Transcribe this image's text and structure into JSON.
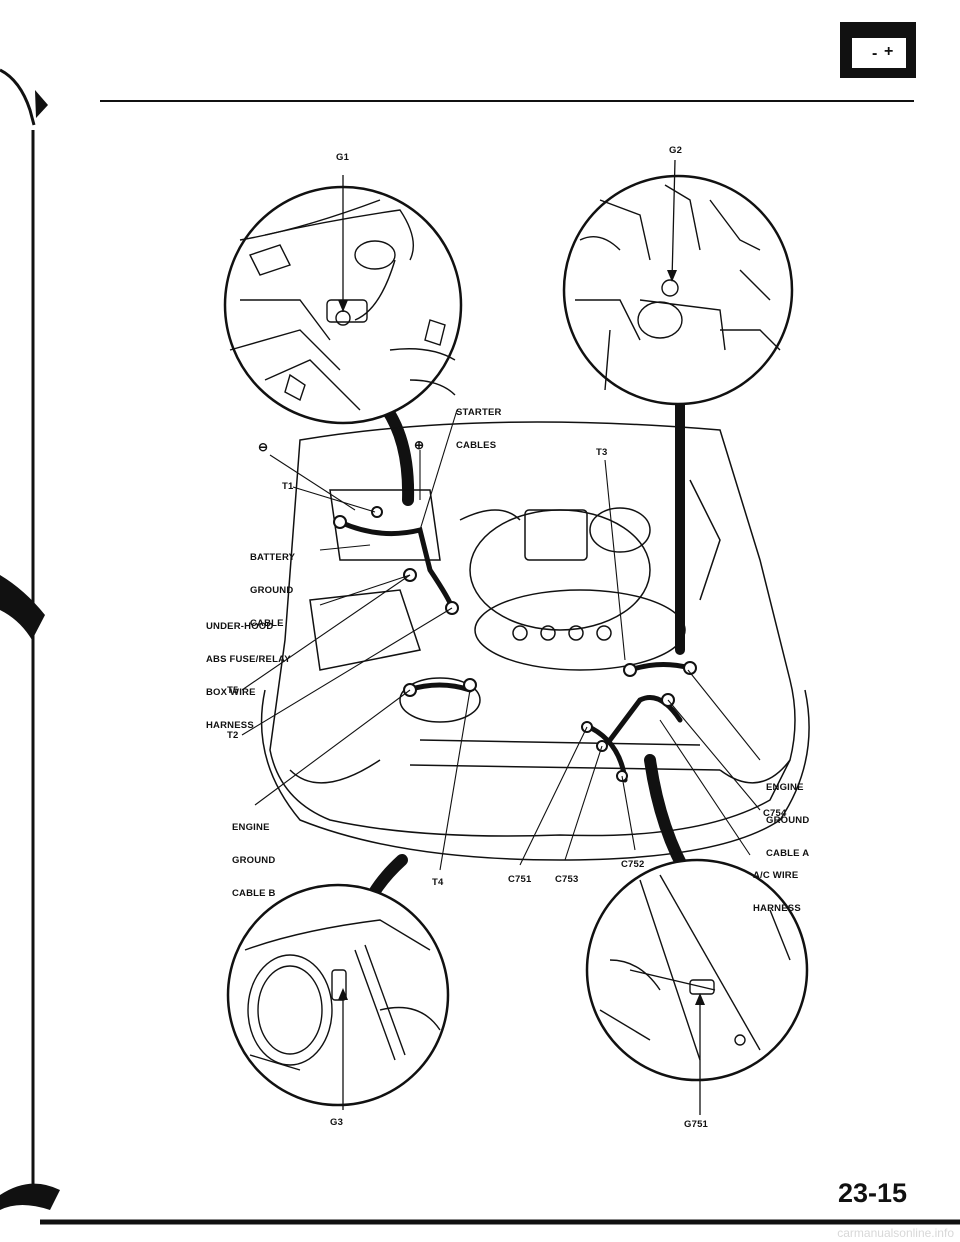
{
  "labels": {
    "g1": "G1",
    "g2": "G2",
    "g3": "G3",
    "g751": "G751",
    "starter_cables": [
      "STARTER",
      "CABLES"
    ],
    "t1": "T1",
    "t2": "T2",
    "t3": "T3",
    "t4": "T4",
    "t5": "T5",
    "battery_ground_cable": [
      "BATTERY",
      "GROUND",
      "CABLE"
    ],
    "under_hood_box": [
      "UNDER-HOOD",
      "ABS FUSE/RELAY",
      "BOX WIRE",
      "HARNESS"
    ],
    "engine_ground_cable_b": [
      "ENGINE",
      "GROUND",
      "CABLE B"
    ],
    "engine_ground_cable_a": [
      "ENGINE",
      "GROUND",
      "CABLE A"
    ],
    "c751": "C751",
    "c752": "C752",
    "c753": "C753",
    "c754": "C754",
    "ac_wire_harness": [
      "A/C WIRE",
      "HARNESS"
    ],
    "minus_sign": "⊖",
    "plus_sign": "⊕"
  },
  "battery_icon": {
    "minus": "-",
    "plus": "+"
  },
  "page_number": "23-15",
  "footer": "carmanualsonline.info"
}
